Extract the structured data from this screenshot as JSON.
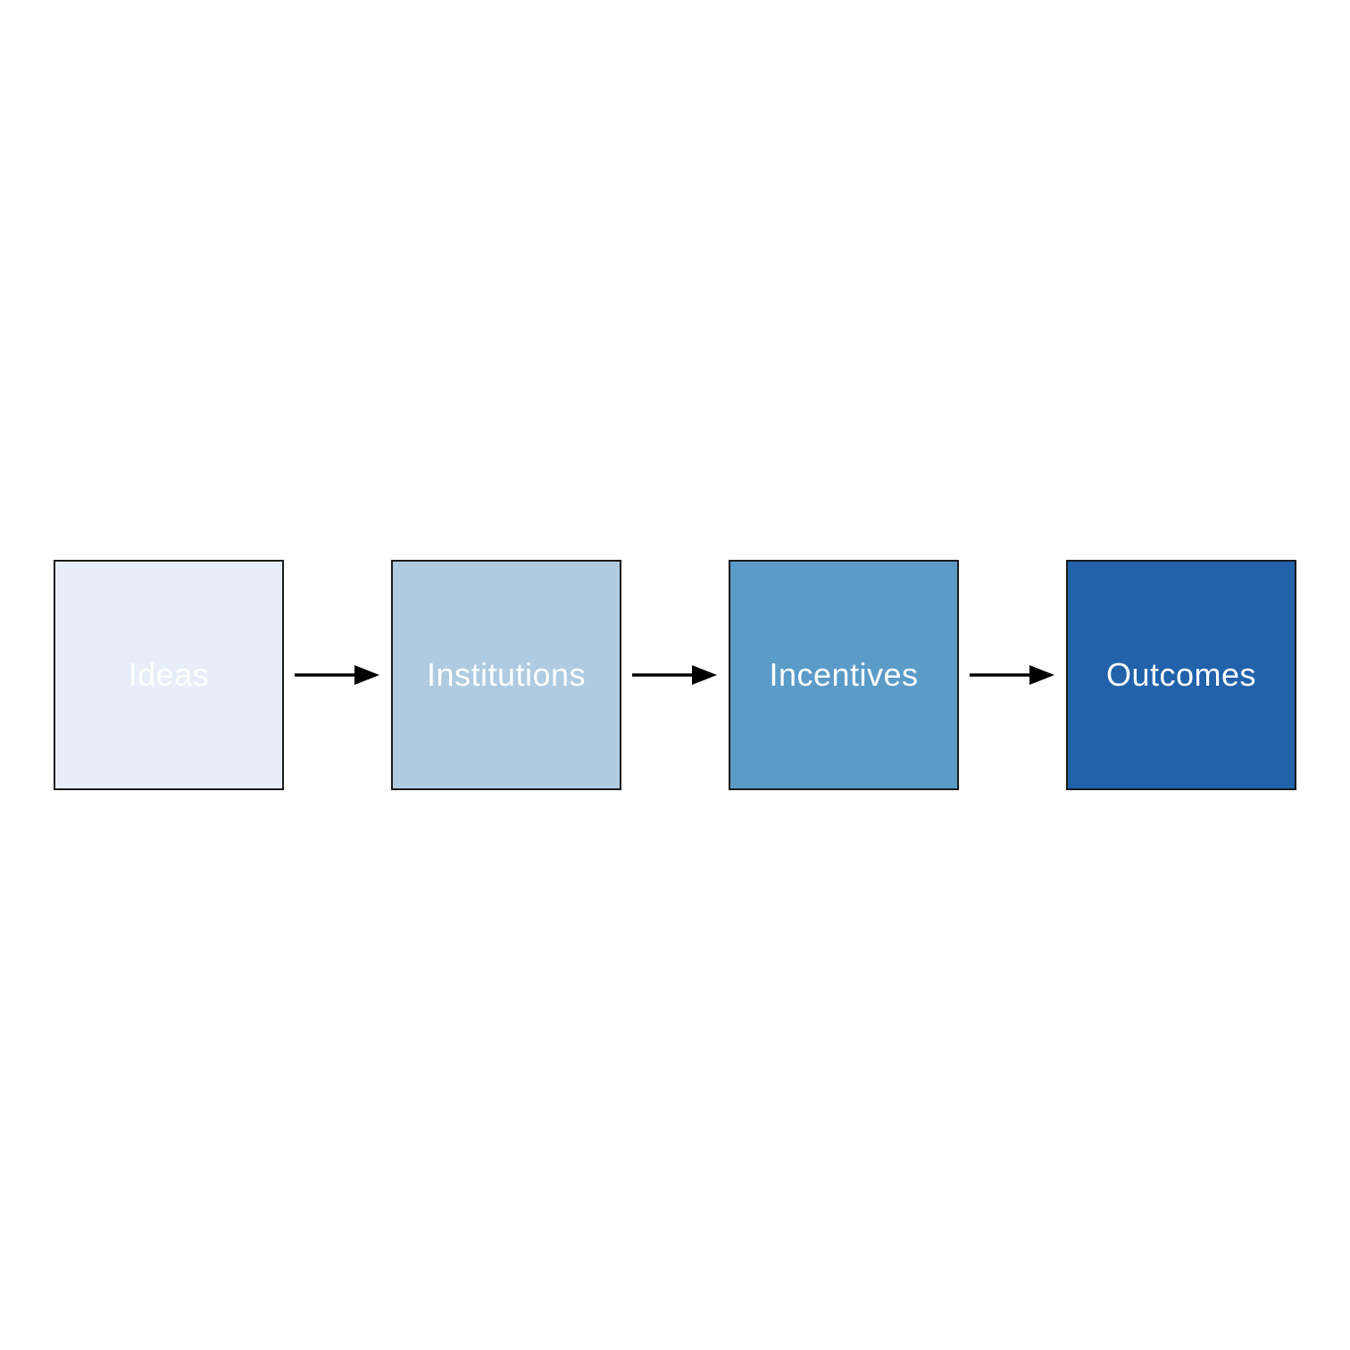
{
  "canvas": {
    "background": "#ffffff"
  },
  "diagram": {
    "title": "",
    "flow_direction": "left-to-right",
    "nodes": [
      {
        "label": "Ideas",
        "fill": "#e8eef9",
        "text_color": "#ffffff"
      },
      {
        "label": "Institutions",
        "fill": "#aecbe1",
        "text_color": "#ffffff"
      },
      {
        "label": "Incentives",
        "fill": "#5b9bc8",
        "text_color": "#ffffff"
      },
      {
        "label": "Outcomes",
        "fill": "#2162ab",
        "text_color": "#ffffff"
      }
    ],
    "connections": [
      {
        "from": "Ideas",
        "to": "Institutions"
      },
      {
        "from": "Institutions",
        "to": "Incentives"
      },
      {
        "from": "Incentives",
        "to": "Outcomes"
      }
    ],
    "node_border_color": "#1a1a1a",
    "arrow_color": "#000000"
  }
}
